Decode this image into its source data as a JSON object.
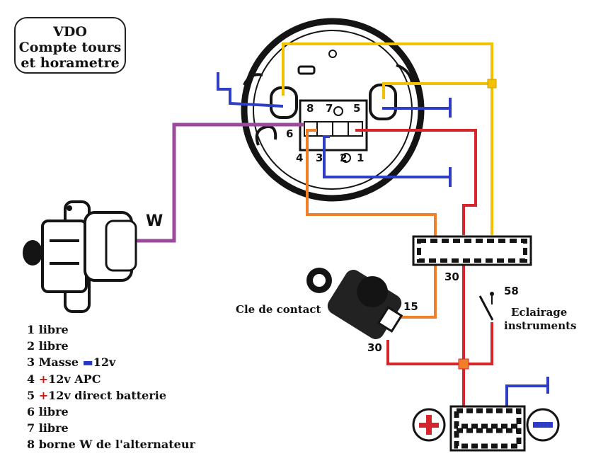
{
  "title": {
    "line1": "VDO",
    "line2": "Compte tours",
    "line3": "et horametre"
  },
  "legend": [
    {
      "num": "1",
      "text": "libre"
    },
    {
      "num": "2",
      "text": "libre"
    },
    {
      "num": "3",
      "text": "Masse",
      "suffix": "12v",
      "sign": "minus"
    },
    {
      "num": "4",
      "text": "12v APC",
      "sign": "plus"
    },
    {
      "num": "5",
      "text": "12v direct batterie",
      "sign": "plus"
    },
    {
      "num": "6",
      "text": "libre"
    },
    {
      "num": "7",
      "text": "libre"
    },
    {
      "num": "8",
      "text": "borne W de l'alternateur"
    }
  ],
  "labels": {
    "w": "W",
    "cle": "Cle de contact",
    "n15": "15",
    "n30_key": "30",
    "n30_fuse": "30",
    "n58": "58",
    "eclairage1": "Eclairage",
    "eclairage2": "instruments",
    "pins_top": [
      "8",
      "7",
      "5"
    ],
    "pins_bottom": [
      "4",
      "3",
      "2",
      "1"
    ],
    "pin_6": "6"
  },
  "colors": {
    "violet": "#9b4a9b",
    "orange": "#f07f2a",
    "red": "#d6262b",
    "yellow": "#f2c200",
    "blue": "#2e3dc4",
    "black": "#141414"
  },
  "icons": [
    "battery-icon",
    "alternator-icon",
    "ignition-key-icon",
    "fuse-box-icon",
    "switch-icon",
    "gauge-icon"
  ]
}
